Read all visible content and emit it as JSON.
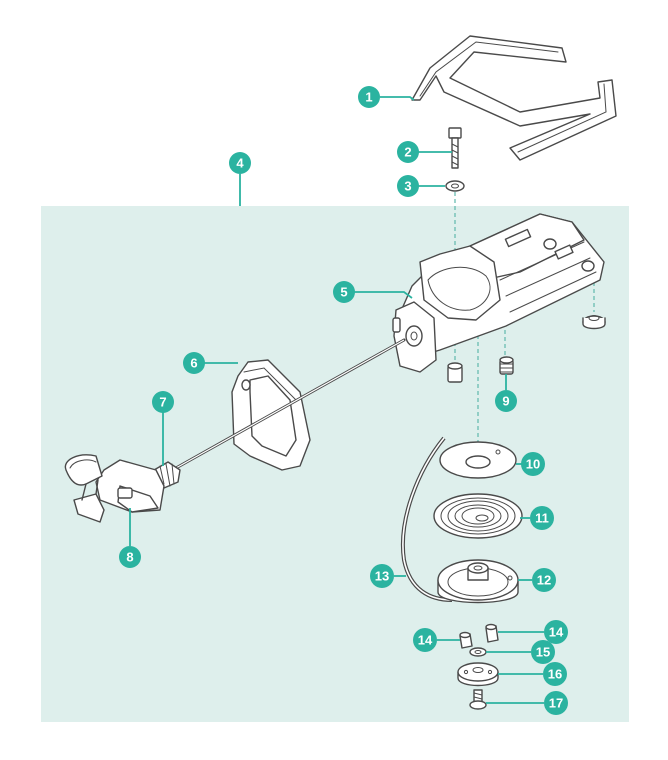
{
  "colors": {
    "panel": "#deefec",
    "callout": "#2bb3a0",
    "outline": "#4a4a4a"
  },
  "callouts": [
    {
      "label": "1"
    },
    {
      "label": "2"
    },
    {
      "label": "3"
    },
    {
      "label": "4"
    },
    {
      "label": "5"
    },
    {
      "label": "6"
    },
    {
      "label": "7"
    },
    {
      "label": "8"
    },
    {
      "label": "9"
    },
    {
      "label": "10"
    },
    {
      "label": "11"
    },
    {
      "label": "12"
    },
    {
      "label": "13"
    },
    {
      "label": "14"
    },
    {
      "label": "14"
    },
    {
      "label": "15"
    },
    {
      "label": "16"
    },
    {
      "label": "17"
    }
  ]
}
